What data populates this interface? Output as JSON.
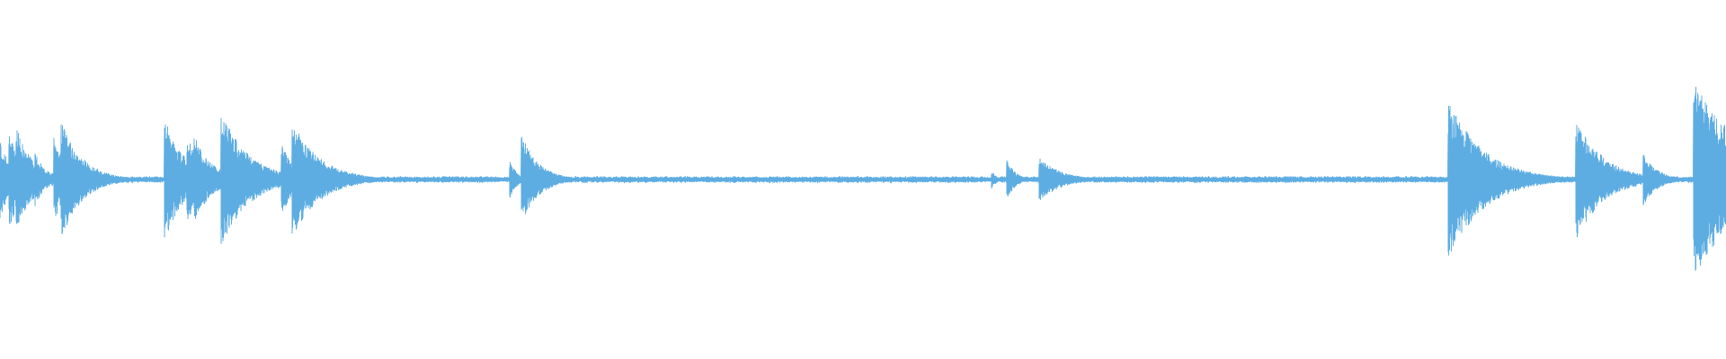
{
  "waveform": {
    "color": "#5dade2",
    "background": "#ffffff",
    "amplitude_scale": "linear",
    "baseline_level": 0.02,
    "events": [
      {
        "t": 0.0,
        "amp": 0.22,
        "decay": 0.006
      },
      {
        "t": 0.005,
        "amp": 0.28,
        "decay": 0.008
      },
      {
        "t": 0.009,
        "amp": 0.3,
        "decay": 0.01
      },
      {
        "t": 0.014,
        "amp": 0.2,
        "decay": 0.008
      },
      {
        "t": 0.02,
        "amp": 0.16,
        "decay": 0.006
      },
      {
        "t": 0.031,
        "amp": 0.24,
        "decay": 0.008
      },
      {
        "t": 0.035,
        "amp": 0.35,
        "decay": 0.012
      },
      {
        "t": 0.095,
        "amp": 0.35,
        "decay": 0.012
      },
      {
        "t": 0.108,
        "amp": 0.25,
        "decay": 0.01
      },
      {
        "t": 0.112,
        "amp": 0.26,
        "decay": 0.01
      },
      {
        "t": 0.128,
        "amp": 0.38,
        "decay": 0.016
      },
      {
        "t": 0.163,
        "amp": 0.2,
        "decay": 0.008
      },
      {
        "t": 0.169,
        "amp": 0.33,
        "decay": 0.016
      },
      {
        "t": 0.295,
        "amp": 0.12,
        "decay": 0.004
      },
      {
        "t": 0.302,
        "amp": 0.25,
        "decay": 0.01
      },
      {
        "t": 0.574,
        "amp": 0.06,
        "decay": 0.003
      },
      {
        "t": 0.583,
        "amp": 0.12,
        "decay": 0.005
      },
      {
        "t": 0.602,
        "amp": 0.13,
        "decay": 0.012
      },
      {
        "t": 0.839,
        "amp": 0.46,
        "decay": 0.02
      },
      {
        "t": 0.913,
        "amp": 0.34,
        "decay": 0.016
      },
      {
        "t": 0.952,
        "amp": 0.15,
        "decay": 0.008
      },
      {
        "t": 0.981,
        "amp": 0.56,
        "decay": 0.03
      }
    ]
  }
}
